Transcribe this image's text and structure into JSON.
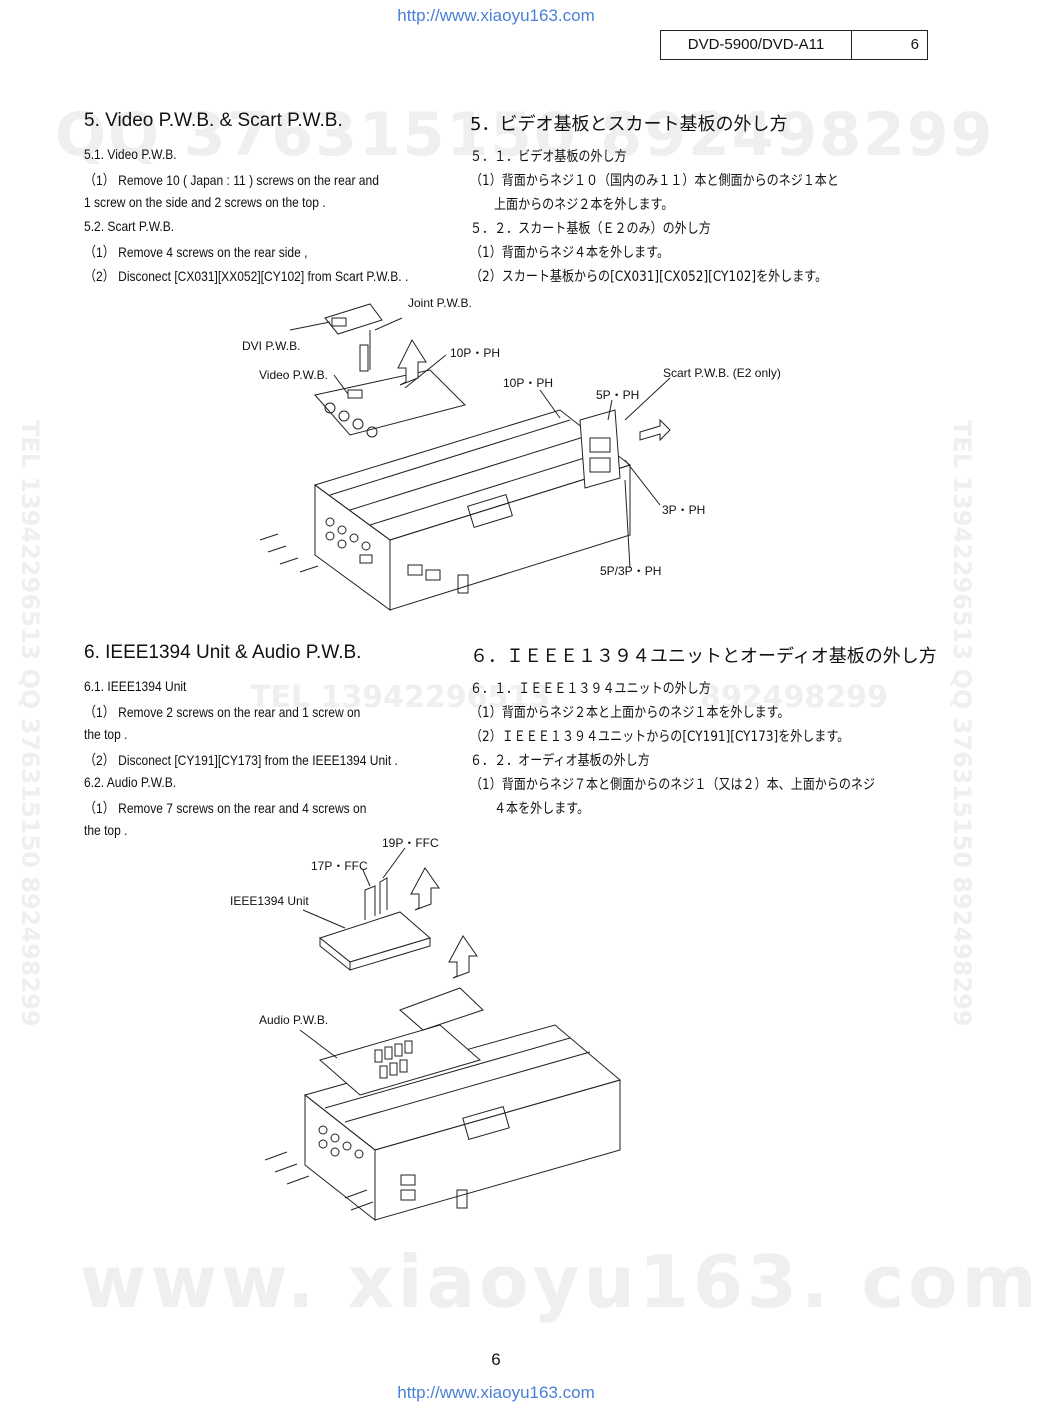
{
  "url": "http://www.xiaoyu163.com",
  "header": {
    "model": "DVD-5900/DVD-A11",
    "page": "6"
  },
  "watermarks": {
    "top": "QQ 376315150 892498299",
    "mid_left": "TEL 13942296513",
    "mid_right": "892498299",
    "bottom": "www. xiaoyu163. com",
    "side_left": "TEL 13942296513 QQ 376315150 892498299",
    "side_right": "TEL 13942296513 QQ 376315150 892498299"
  },
  "section5": {
    "en": {
      "title": "5.  Video P.W.B. & Scart P.W.B.",
      "l1": "5.1. Video P.W.B.",
      "l2": "（1） Remove 10 ( Japan : 11 ) screws on the rear and",
      "l3": "  1 screw on the side and 2 screws on the top .",
      "l4": "5.2. Scart P.W.B.",
      "l5": "（1） Remove 4 screws on the rear side ,",
      "l6": "（2） Disconect [CX031][XX052][CY102] from Scart P.W.B. ."
    },
    "jp": {
      "title": "5．ビデオ基板とスカート基板の外し方",
      "l1": "５．１．ビデオ基板の外し方",
      "l2": "（1）背面からネジ１０（国内のみ１１）本と側面からのネジ１本と",
      "l3": "上面からのネジ２本を外します。",
      "l4": "５．２．スカート基板（Ｅ２のみ）の外し方",
      "l5": "（1）背面からネジ４本を外します。",
      "l6": "（2）スカート基板からの[CX031][CX052][CY102]を外します。"
    },
    "figure": {
      "joint": "Joint P.W.B.",
      "dvi": "DVI P.W.B.",
      "video": "Video P.W.B.",
      "c10p_a": "10P・PH",
      "c10p_b": "10P・PH",
      "scart": "Scart  P.W.B. (E2 only)",
      "c5p": "5P・PH",
      "c3p": "3P・PH",
      "c5p3p": "5P/3P・PH"
    }
  },
  "section6": {
    "en": {
      "title": "6.  IEEE1394 Unit & Audio P.W.B.",
      "l1": "6.1. IEEE1394 Unit",
      "l2": "（1） Remove 2 screws on the rear and 1 screw on",
      "l3": "  the top .",
      "l4": "（2） Disconect [CY191][CY173] from the IEEE1394 Unit .",
      "l5": "6.2. Audio P.W.B.",
      "l6": "（1） Remove 7 screws on the rear and 4 screws on",
      "l7": "  the top ."
    },
    "jp": {
      "title": "６．ＩＥＥＥ１３９４ユニットとオーディオ基板の外し方",
      "l1": "６．１．ＩＥＥＥ１３９４ユニットの外し方",
      "l2": "（1）背面からネジ２本と上面からのネジ１本を外します。",
      "l3": "（2）ＩＥＥＥ１３９４ユニットからの[CY191][CY173]を外します。",
      "l4": "６．２．オーディオ基板の外し方",
      "l5": "（1）背面からネジ７本と側面からのネジ１（又は２）本、上面からのネジ",
      "l6": "４本を外します。"
    },
    "figure": {
      "c19p": "19P・FFC",
      "c17p": "17P・FFC",
      "ieee": "IEEE1394 Unit",
      "audio": "Audio P.W.B."
    }
  },
  "footer": {
    "page": "6"
  }
}
